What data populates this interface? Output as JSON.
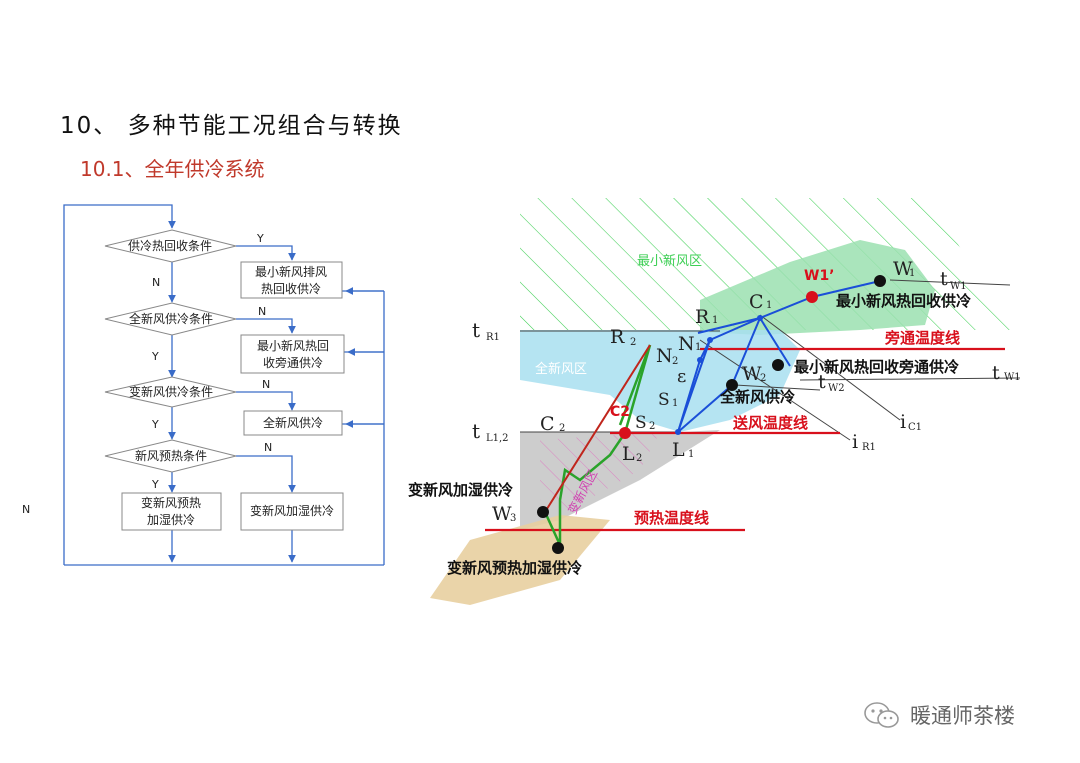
{
  "page": {
    "title": "10、 多种节能工况组合与转换",
    "subtitle": "10.1、全年供冷系统"
  },
  "flowchart": {
    "outer_no": "N",
    "yes": "Y",
    "no": "N",
    "decisions": [
      "供冷热回收条件",
      "全新风供冷条件",
      "变新风供冷条件",
      "新风预热条件"
    ],
    "process_right": [
      "最小新风排风",
      "热回收供冷",
      "最小新风热回",
      "收旁通供冷",
      "全新风供冷",
      "变新风加湿供冷"
    ],
    "process_bottom": [
      "变新风预热",
      "加湿供冷"
    ]
  },
  "psychro": {
    "zones": [
      "最小新风区",
      "全新风区",
      "变新风区"
    ],
    "temp_labels": [
      "t",
      "R1",
      "t",
      "L1,2"
    ],
    "lines": [
      "旁通温度线",
      "送风温度线",
      "预热温度线"
    ],
    "points": [
      "R",
      "2",
      "N",
      "2",
      "R",
      "1",
      "N",
      "1",
      "C",
      "1",
      "W",
      "1",
      "t",
      "W1",
      "W",
      "2",
      "t",
      "W2",
      "t",
      "W1",
      "C",
      "2",
      "S",
      "2",
      "S",
      "1",
      "L",
      "2",
      "L",
      "1",
      "W",
      "3",
      "i",
      "C1",
      "i",
      "R1",
      "ε"
    ],
    "red_points": [
      "W1’",
      "C2"
    ],
    "modes": [
      "最小新风热回收供冷",
      "最小新风热回收旁通供冷",
      "全新风供冷",
      "变新风加湿供冷",
      "变新风预热加湿供冷"
    ]
  },
  "watermark": "暖通师茶楼",
  "colors": {
    "title_red": "#c0392b",
    "hatch_green": "#2ecc40",
    "zone_green": "#9be0b0",
    "zone_cyan": "#a8dff0",
    "zone_gray": "#c8c8c8",
    "zone_tan": "#e8cfa0",
    "line_red": "#d8101c",
    "path_blue": "#1a4fd8",
    "path_green": "#2aa32a",
    "flow_line": "#3a6cc8"
  }
}
